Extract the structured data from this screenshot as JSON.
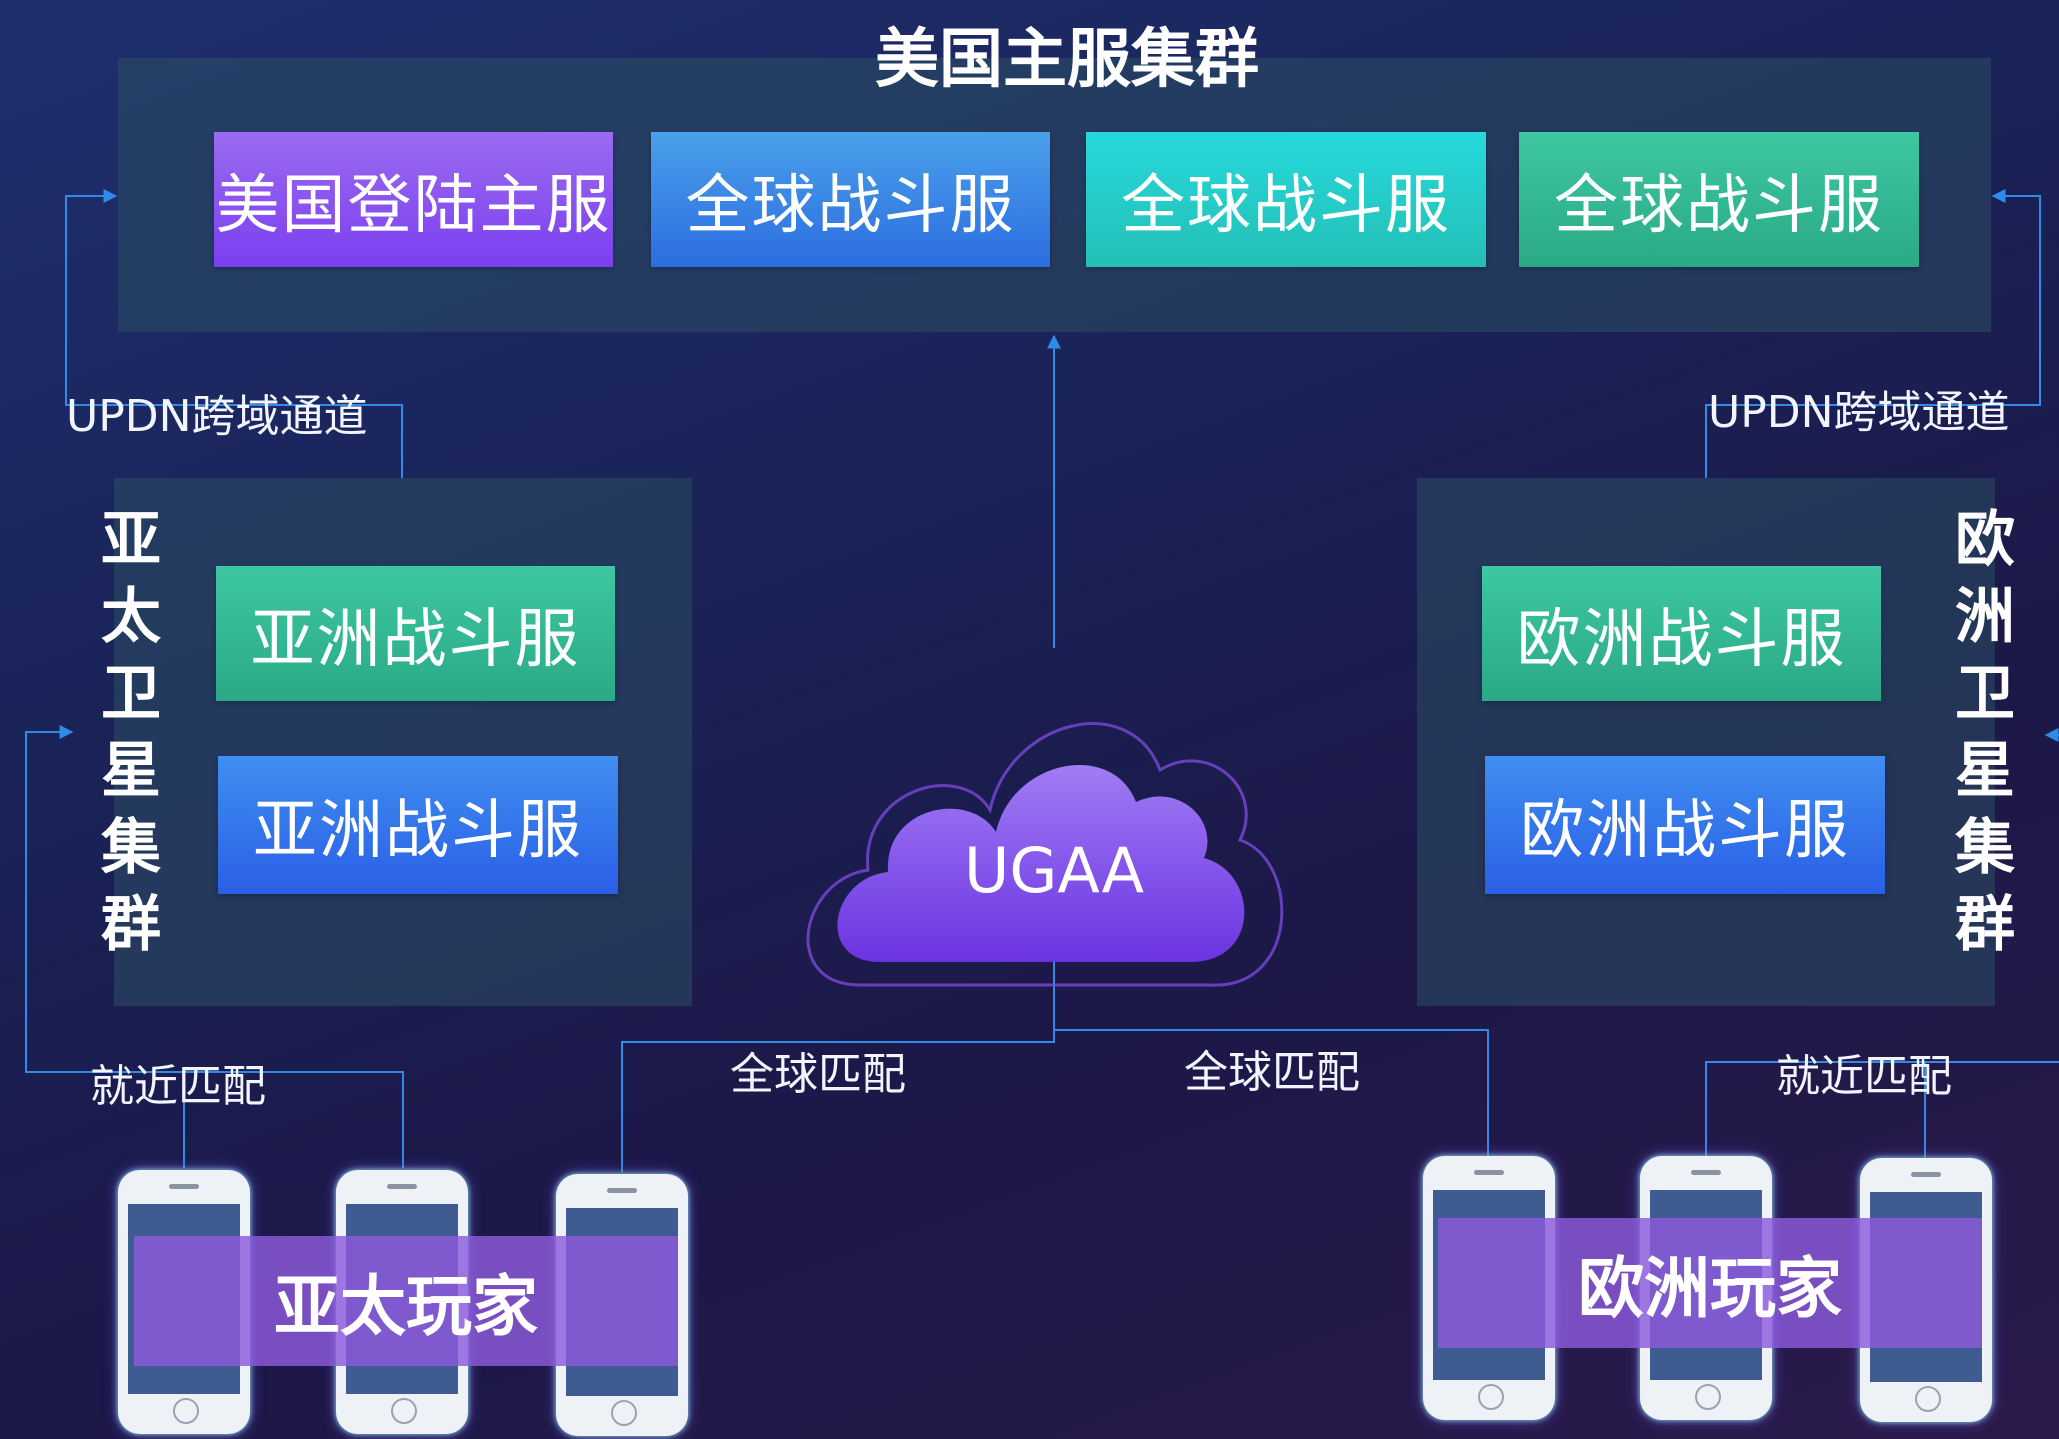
{
  "us_cluster": {
    "title": "美国主服集群",
    "servers": [
      "美国登陆主服",
      "全球战斗服",
      "全球战斗服",
      "全球战斗服"
    ]
  },
  "asia_cluster": {
    "title": "亚太卫星集群",
    "servers": [
      "亚洲战斗服",
      "亚洲战斗服"
    ]
  },
  "europe_cluster": {
    "title": "欧洲卫星集群",
    "servers": [
      "欧洲战斗服",
      "欧洲战斗服"
    ]
  },
  "gateway": {
    "label": "UGAA"
  },
  "links": {
    "left_channel": "UPDN跨域通道",
    "right_channel": "UPDN跨域通道",
    "left_nearby": "就近匹配",
    "right_nearby": "就近匹配",
    "global_left": "全球匹配",
    "global_right": "全球匹配"
  },
  "players": {
    "asia": "亚太玩家",
    "europe": "欧洲玩家"
  }
}
